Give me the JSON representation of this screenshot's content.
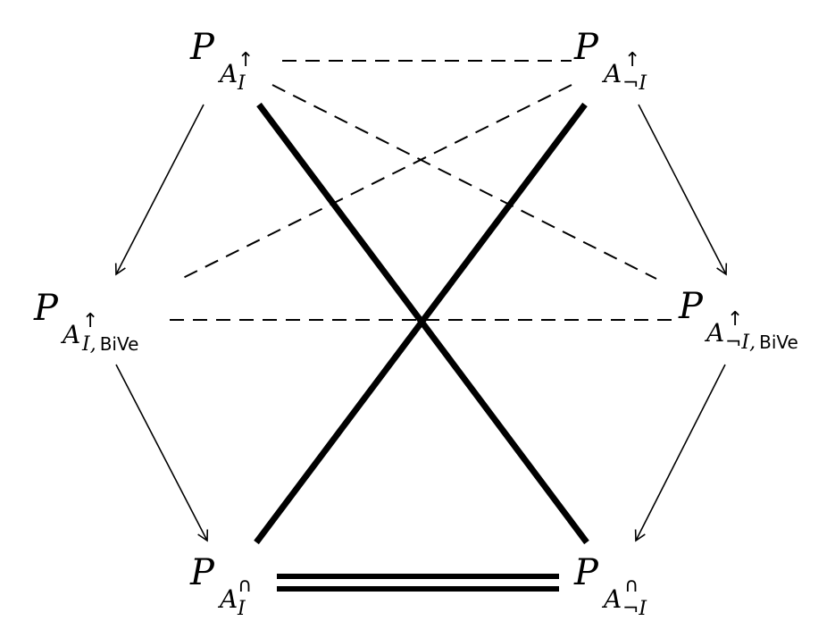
{
  "nodes": {
    "tl": {
      "main": "P",
      "base": "A",
      "sup": "↑",
      "sub": "I",
      "sub_extra": ""
    },
    "tr": {
      "main": "P",
      "base": "A",
      "sup": "↑",
      "sub": "¬I",
      "sub_extra": ""
    },
    "ml": {
      "main": "P",
      "base": "A",
      "sup": "↑",
      "sub": "I,",
      "sub_extra": "BiVe"
    },
    "mr": {
      "main": "P",
      "base": "A",
      "sup": "↑",
      "sub": "¬I,",
      "sub_extra": "BiVe"
    },
    "bl": {
      "main": "P",
      "base": "A",
      "sup": "∩",
      "sub": "I",
      "sub_extra": ""
    },
    "br": {
      "main": "P",
      "base": "A",
      "sup": "∩",
      "sub": "¬I",
      "sub_extra": ""
    }
  }
}
